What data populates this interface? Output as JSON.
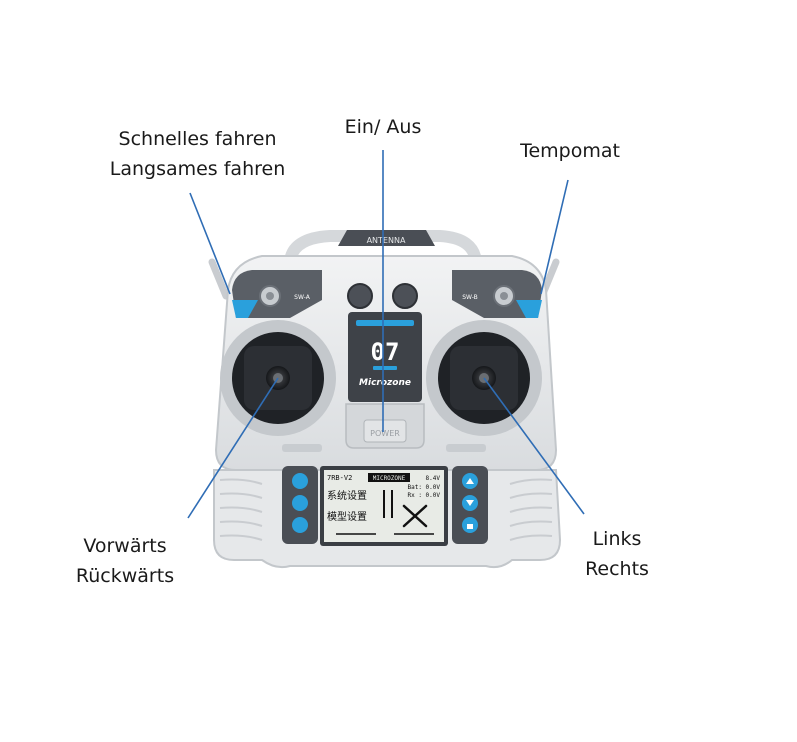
{
  "labels": {
    "speed": {
      "line1": "Schnelles fahren",
      "line2": "Langsames fahren"
    },
    "power": {
      "line1": "Ein/ Aus"
    },
    "cruise": {
      "line1": "Tempomat"
    },
    "forward": {
      "line1": "Vorwärts",
      "line2": "Rückwärts"
    },
    "steering": {
      "line1": "Links",
      "line2": "Rechts"
    }
  },
  "device": {
    "antenna": "ANTENNA",
    "switch_a": "SW-A",
    "switch_b": "SW-B",
    "display_number": "07",
    "brand": "Microzone",
    "power_button": "POWER",
    "lcd": {
      "model": "7RB-V2",
      "brand": "MICROZONE",
      "voltage": "8.4V",
      "bat": "Bat: 0.0V",
      "rx": "Rx : 0.0V",
      "menu1": "系统设置",
      "menu2": "模型设置"
    }
  },
  "colors": {
    "leader_line": "#2f6db5",
    "accent": "#2aa0dc"
  }
}
